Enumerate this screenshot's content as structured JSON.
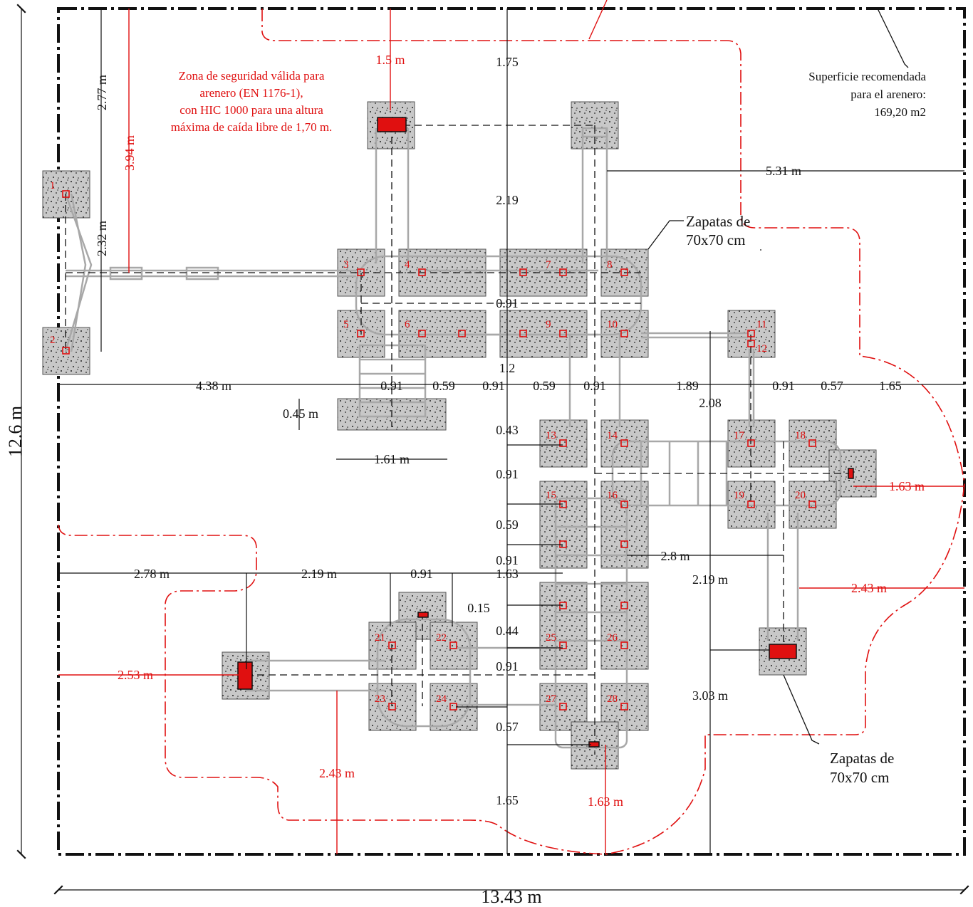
{
  "colors": {
    "ink": "#111111",
    "accent_red": "#e01010",
    "footing_fill": "#c8c8c8",
    "equipment_gray": "#a8a8a8",
    "background": "#ffffff"
  },
  "overall": {
    "width_label": "13.43 m",
    "height_label": "12.6 m"
  },
  "notes": {
    "surface": [
      "Superficie recomendada",
      "para el arenero:",
      "169,20 m2"
    ],
    "footings_top": [
      "Zapatas de",
      "70x70 cm"
    ],
    "footings_bottom": [
      "Zapatas de",
      "70x70 cm"
    ],
    "safety_zone": [
      "Zona de seguridad válida para",
      "arenero (EN 1176-1),",
      "con HIC 1000 para una altura",
      "máxima de caída libre de 1,70 m."
    ]
  },
  "footing_numbers": [
    "1",
    "2",
    "3",
    "4",
    "5",
    "6",
    "7",
    "8",
    "9",
    "10",
    "11",
    "12",
    "13",
    "14",
    "15",
    "16",
    "17",
    "18",
    "19",
    "20",
    "21",
    "22",
    "23",
    "24",
    "25",
    "26",
    "27",
    "28"
  ],
  "dimensions": {
    "black": [
      "2.77 m",
      "2.32 m",
      "1.75",
      "2.19",
      "5.31 m",
      "4.38 m",
      "0.91",
      "0.59",
      "0.91",
      "0.59",
      "0.91",
      "1.89",
      "0.91",
      "0.57",
      "1.65",
      "1.2",
      "0.91",
      "0.45 m",
      "1.61 m",
      "0.43",
      "0.91",
      "0.59",
      "0.91",
      "2.08",
      "2.8 m",
      "2.19 m",
      "2.78 m",
      "2.19 m",
      "0.91",
      "1.63",
      "0.15",
      "0.44",
      "0.91",
      "3.03 m",
      "0.57",
      "1.65"
    ],
    "red": [
      "1.5 m",
      "3.94 m",
      "1.63 m",
      "2.43 m",
      "2.53 m",
      "2.43 m",
      "1.63 m"
    ]
  }
}
